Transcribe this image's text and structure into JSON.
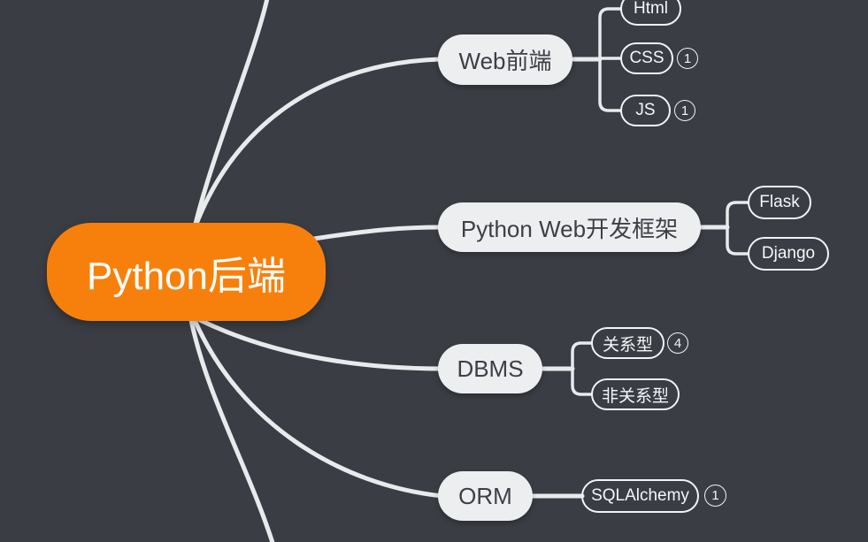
{
  "root": {
    "label": "Python后端"
  },
  "branches": [
    {
      "label": "Web前端",
      "children": [
        {
          "label": "Html"
        },
        {
          "label": "CSS",
          "badge": "1"
        },
        {
          "label": "JS",
          "badge": "1"
        }
      ]
    },
    {
      "label": "Python Web开发框架",
      "children": [
        {
          "label": "Flask"
        },
        {
          "label": "Django"
        }
      ]
    },
    {
      "label": "DBMS",
      "children": [
        {
          "label": "关系型",
          "badge": "4"
        },
        {
          "label": "非关系型"
        }
      ]
    },
    {
      "label": "ORM",
      "children": [
        {
          "label": "SQLAlchemy",
          "badge": "1"
        }
      ]
    }
  ],
  "colors": {
    "background": "#3A3D43",
    "root_fill": "#F7800C",
    "root_text": "#FFFFFF",
    "branch_fill": "#EDEEF0",
    "branch_text": "#3C3F45",
    "child_border": "#F2F3F5",
    "child_text": "#F5F6F8",
    "connector": "#E8EAEC"
  }
}
